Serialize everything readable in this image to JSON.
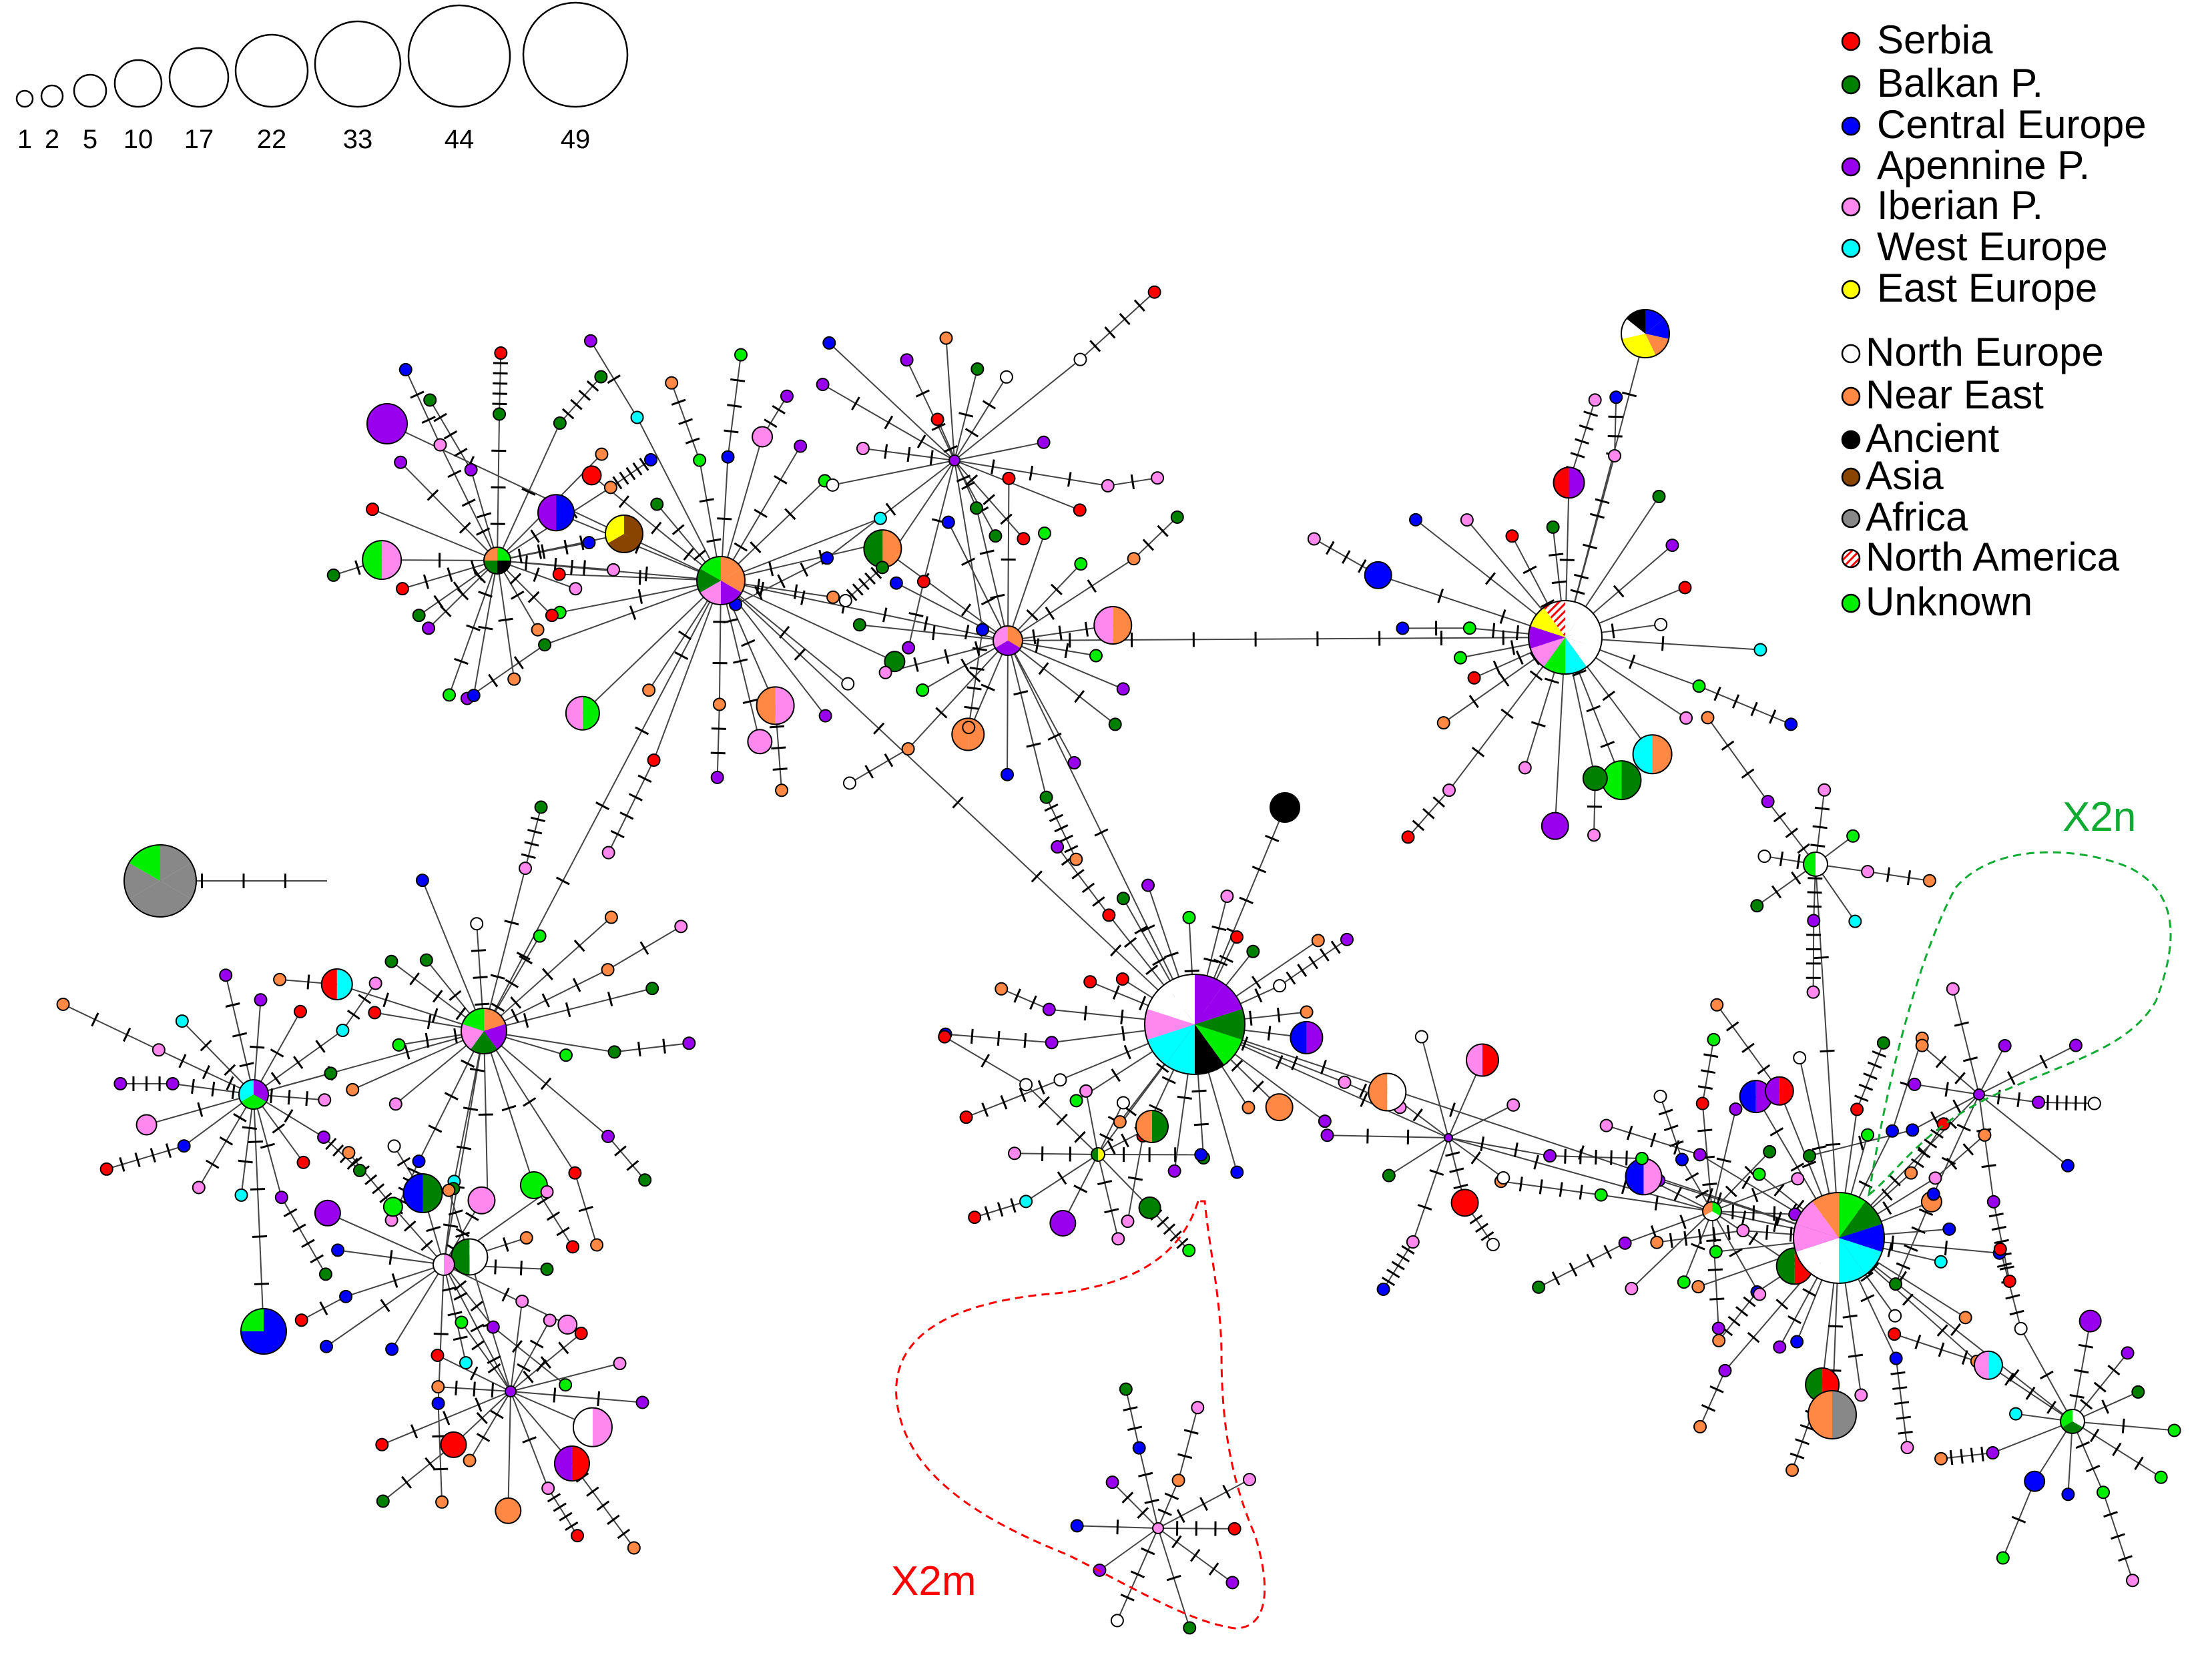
{
  "size_scale": {
    "labels": [
      "1",
      "2",
      "5",
      "10",
      "17",
      "22",
      "33",
      "44",
      "49"
    ]
  },
  "legend": [
    {
      "label": "Serbia",
      "color": "#ff0000",
      "style": "solid"
    },
    {
      "label": "Balkan P.",
      "color": "#008000",
      "style": "solid"
    },
    {
      "label": "Central Europe",
      "color": "#0000ff",
      "style": "solid"
    },
    {
      "label": "Apennine P.",
      "color": "#9900ee",
      "style": "solid"
    },
    {
      "label": "Iberian P.",
      "color": "#ff88ee",
      "style": "solid"
    },
    {
      "label": "West Europe",
      "color": "#00ffff",
      "style": "solid"
    },
    {
      "label": "East Europe",
      "color": "#ffff00",
      "style": "solid"
    },
    {
      "label": "North Europe",
      "color": "#ffffff",
      "style": "solid"
    },
    {
      "label": "Near East",
      "color": "#ff8844",
      "style": "solid"
    },
    {
      "label": "Ancient",
      "color": "#000000",
      "style": "solid"
    },
    {
      "label": "Asia",
      "color": "#884400",
      "style": "solid"
    },
    {
      "label": "Africa",
      "color": "#888888",
      "style": "solid"
    },
    {
      "label": "North America",
      "color": "#ff0000",
      "style": "hatched"
    },
    {
      "label": "Unknown",
      "color": "#00ee00",
      "style": "solid"
    }
  ],
  "groups": [
    {
      "label": "X2n",
      "color": "#11aa33"
    },
    {
      "label": "X2m",
      "color": "#ff0000"
    }
  ]
}
